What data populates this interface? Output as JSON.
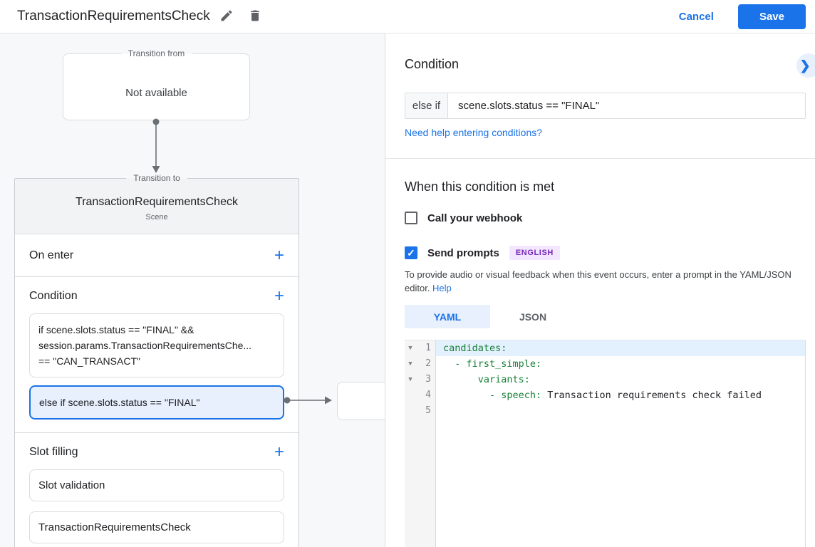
{
  "topbar": {
    "title": "TransactionRequirementsCheck",
    "cancel_label": "Cancel",
    "save_label": "Save"
  },
  "diagram": {
    "transition_from_label": "Transition from",
    "transition_from_content": "Not available",
    "transition_to_label": "Transition to",
    "scene_title": "TransactionRequirementsCheck",
    "scene_subtitle": "Scene",
    "on_enter_label": "On enter",
    "condition_label": "Condition",
    "condition_items": [
      {
        "selected": false,
        "lines": [
          "if scene.slots.status == \"FINAL\" &&",
          "session.params.TransactionRequirementsChe...",
          "== \"CAN_TRANSACT\""
        ]
      },
      {
        "selected": true,
        "lines": [
          "else if scene.slots.status == \"FINAL\""
        ]
      }
    ],
    "slot_filling_label": "Slot filling",
    "slot_items": [
      "Slot validation",
      "TransactionRequirementsCheck"
    ]
  },
  "panel": {
    "title": "Condition",
    "condition_prefix": "else if",
    "condition_value": "scene.slots.status == \"FINAL\"",
    "help_link": "Need help entering conditions?",
    "when_heading": "When this condition is met",
    "webhook_label": "Call your webhook",
    "prompts_label": "Send prompts",
    "prompts_badge": "ENGLISH",
    "description": "To provide audio or visual feedback when this event occurs, enter a prompt in the YAML/JSON editor.",
    "description_link": "Help",
    "tabs": [
      {
        "label": "YAML",
        "active": true
      },
      {
        "label": "JSON",
        "active": false
      }
    ],
    "editor_lines": [
      {
        "num": "1",
        "fold": true,
        "highlight": true,
        "segments": [
          {
            "type": "key",
            "text": "candidates:"
          }
        ]
      },
      {
        "num": "2",
        "fold": true,
        "highlight": false,
        "segments": [
          {
            "type": "key",
            "text": "  - first_simple:"
          }
        ]
      },
      {
        "num": "3",
        "fold": true,
        "highlight": false,
        "segments": [
          {
            "type": "key",
            "text": "      variants:"
          }
        ]
      },
      {
        "num": "4",
        "fold": false,
        "highlight": false,
        "segments": [
          {
            "type": "key",
            "text": "        - speech:"
          },
          {
            "type": "plain",
            "text": " Transaction requirements check failed"
          }
        ]
      },
      {
        "num": "5",
        "fold": false,
        "highlight": false,
        "segments": []
      }
    ]
  },
  "colors": {
    "accent": "#1a73e8",
    "accent_light": "#e8f0fe",
    "yaml_key": "#188038",
    "badge_bg": "#f2e7fe",
    "badge_text": "#7627bb"
  }
}
